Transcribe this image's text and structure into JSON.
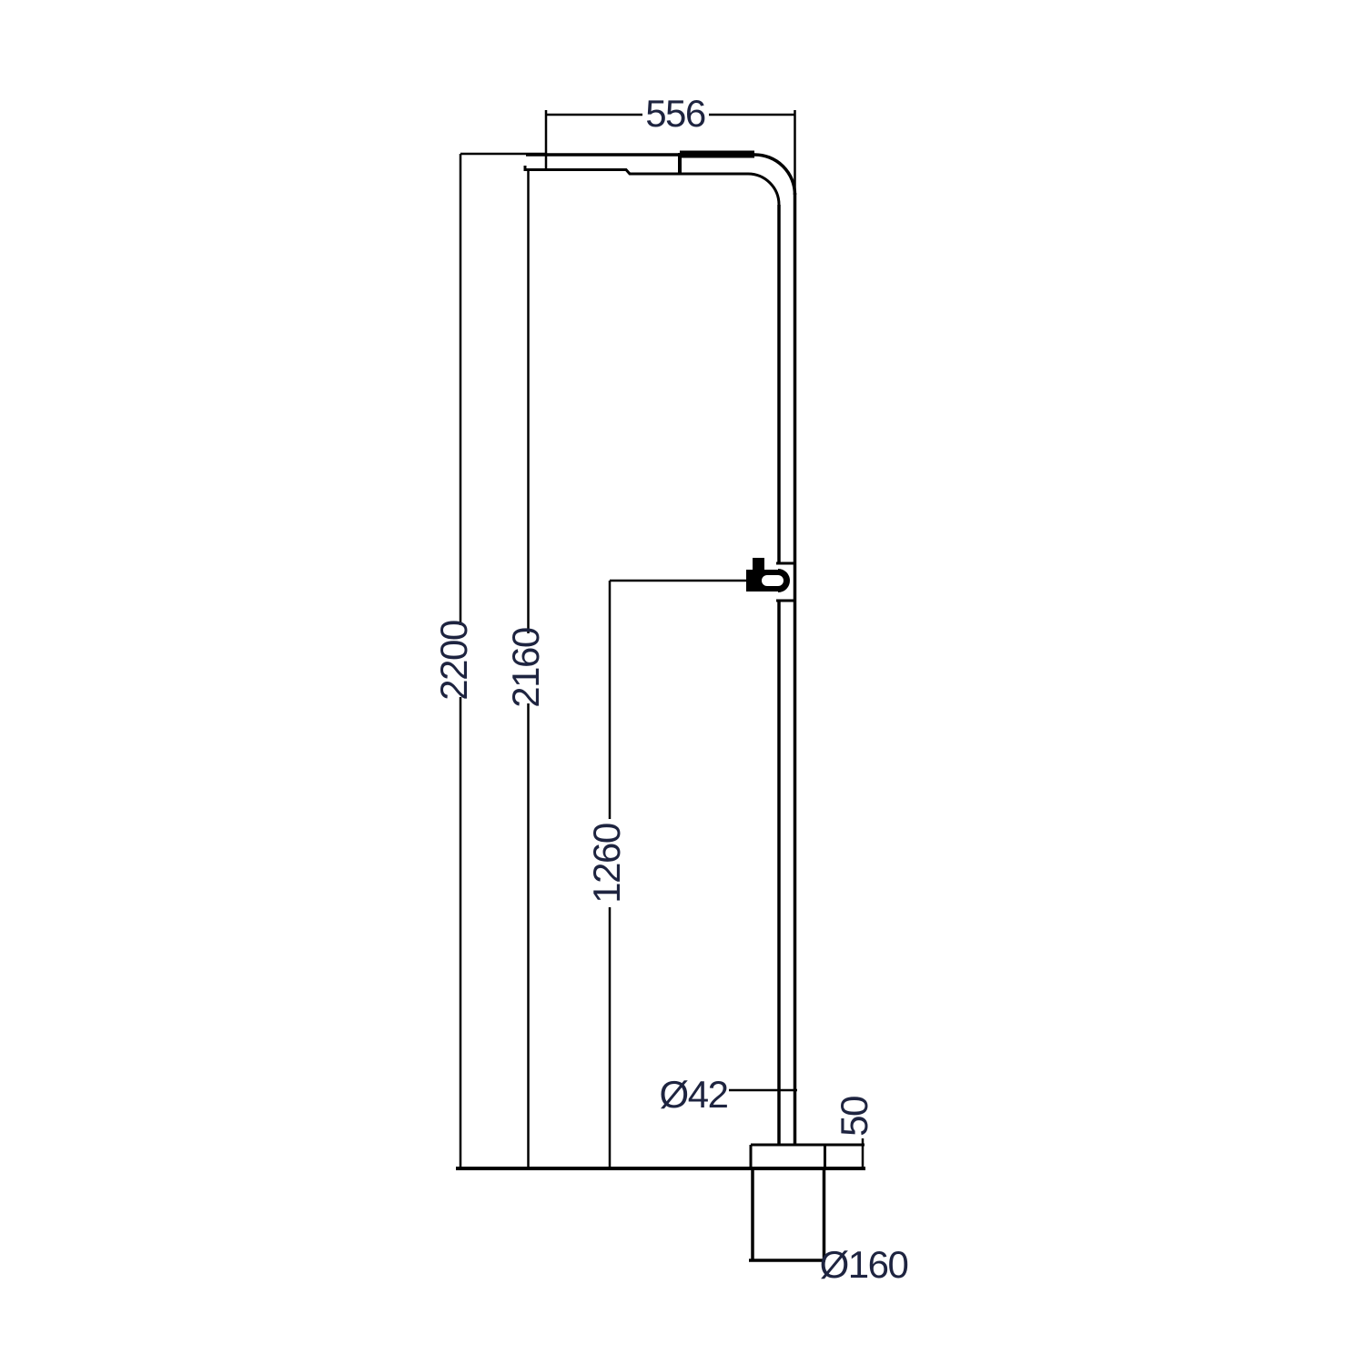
{
  "drawing": {
    "type": "technical-dimension-drawing",
    "subject": "freestanding shower column side elevation",
    "units": "mm",
    "colors": {
      "background": "#ffffff",
      "object_lines": "#000000",
      "dimension_text": "#1e2440"
    }
  },
  "labels": {
    "top_width": "556",
    "overall_height": "2200",
    "head_height": "2160",
    "mixer_height": "1260",
    "column_diameter": "Ø42",
    "base_plate_height": "50",
    "base_diameter": "Ø160"
  },
  "dimension_list": [
    {
      "name": "shower arm reach",
      "value": "556"
    },
    {
      "name": "overall height",
      "value": "2200"
    },
    {
      "name": "height to head underside",
      "value": "2160"
    },
    {
      "name": "height to mixer handle",
      "value": "1260"
    },
    {
      "name": "riser pipe diameter",
      "value": "Ø42"
    },
    {
      "name": "base plate height",
      "value": "50"
    },
    {
      "name": "base diameter",
      "value": "Ø160"
    }
  ]
}
